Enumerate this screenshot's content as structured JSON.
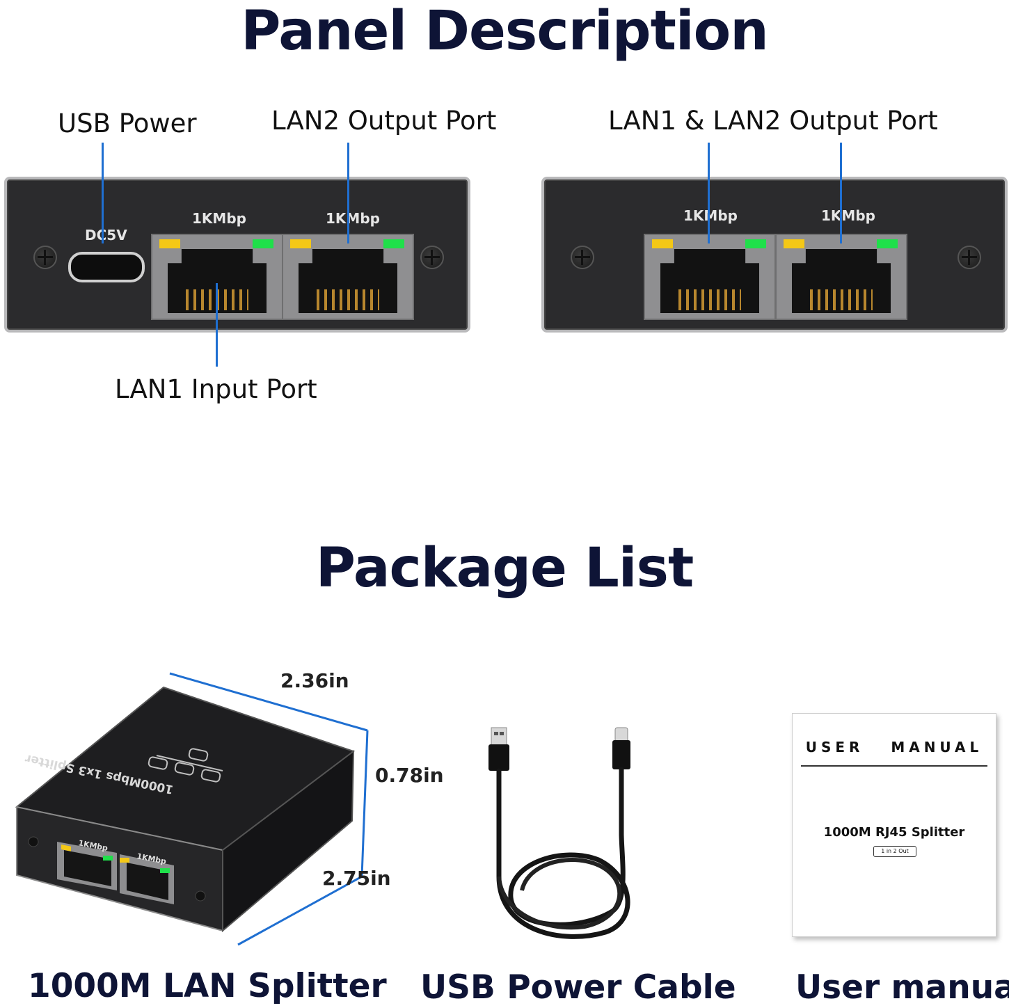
{
  "panel_section": {
    "title": "Panel Description",
    "callouts": {
      "usb_power": "USB Power",
      "lan2_output": "LAN2 Output Port",
      "lan1_lan2_output": "LAN1 & LAN2 Output Port",
      "lan1_input": "LAN1 Input Port"
    },
    "left_panel": {
      "power_label": "DC5V",
      "port_labels": [
        "1KMbp",
        "1KMbp"
      ]
    },
    "right_panel": {
      "port_labels": [
        "1KMbp",
        "1KMbp"
      ]
    }
  },
  "package_section": {
    "title": "Package List",
    "items": [
      {
        "caption": "1000M LAN Splitter"
      },
      {
        "caption": "USB Power Cable"
      },
      {
        "caption": "User manual"
      }
    ],
    "dimensions": {
      "width": "2.36in",
      "height": "0.78in",
      "depth": "2.75in"
    },
    "device_top_label": "1000Mbps 1x3 Splitter",
    "device_port_labels": [
      "1KMbp",
      "1KMbp"
    ],
    "manual": {
      "header": "USER   MANUAL",
      "product": "1000M RJ45 Splitter",
      "badge": "1 in 2 Out"
    }
  },
  "colors": {
    "leader_line": "#1f6fd1",
    "title": "#0e1436",
    "led_yellow": "#f4c816",
    "led_green": "#1fe04a"
  }
}
